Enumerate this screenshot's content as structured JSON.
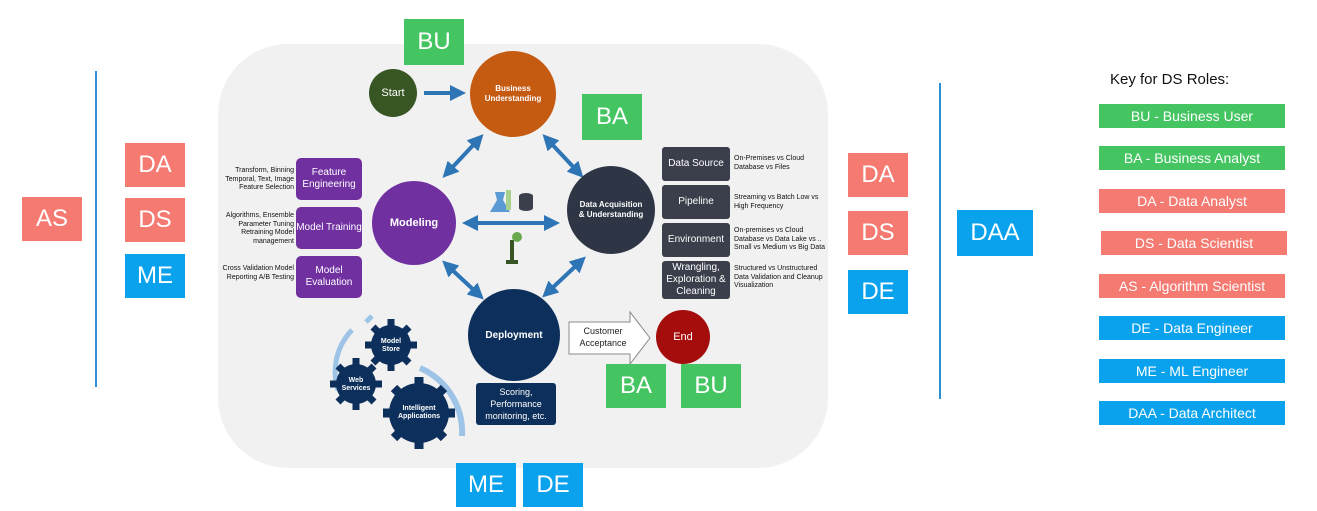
{
  "colors": {
    "green": "#45c462",
    "red": "#f47a72",
    "blue": "#0aa2ec",
    "purple": "#7030a0",
    "orange": "#c55a11",
    "navy": "#0d2f5b",
    "dark": "#2e3545",
    "start": "#375623",
    "end": "#a50d0d",
    "arrow": "#2e75b6"
  },
  "process": {
    "start": "Start",
    "business_understanding": "Business Understanding",
    "modeling": "Modeling",
    "data_acquisition": "Data Acquisition & Understanding",
    "deployment": "Deployment",
    "end": "End",
    "customer_acceptance": "Customer Acceptance",
    "scoring": "Scoring, Performance monitoring, etc."
  },
  "modeling_steps": [
    {
      "label": "Feature Engineering",
      "detail": "Transform, Binning Temporal, Text, Image Feature Selection"
    },
    {
      "label": "Model Training",
      "detail": "Algorithms, Ensemble Parameter Tuning Retraining Model management"
    },
    {
      "label": "Model Evaluation",
      "detail": "Cross Validation Model Reporting A/B Testing"
    }
  ],
  "data_steps": [
    {
      "label": "Data Source",
      "detail": "On-Premises vs Cloud Database vs Files"
    },
    {
      "label": "Pipeline",
      "detail": "Streaming vs Batch Low vs High Frequency"
    },
    {
      "label": "Environment",
      "detail": "On-premises vs Cloud Database vs Data Lake vs .. Small vs Medium vs Big Data"
    },
    {
      "label": "Wrangling, Exploration & Cleaning",
      "detail": "Structured vs Unstructured Data Validation and Cleanup Visualization"
    }
  ],
  "gears": [
    "Model Store",
    "Web Services",
    "Intelligent Applications"
  ],
  "role_tags": {
    "bu_top": "BU",
    "ba_top": "BA",
    "left_da": "DA",
    "left_ds": "DS",
    "left_me": "ME",
    "left_as": "AS",
    "right_da": "DA",
    "right_ds": "DS",
    "right_de": "DE",
    "right_daa": "DAA",
    "bottom_ba": "BA",
    "bottom_bu": "BU",
    "bottom_me": "ME",
    "bottom_de": "DE"
  },
  "key": {
    "title": "Key for DS Roles:",
    "items": [
      {
        "text": "BU - Business User",
        "color": "green"
      },
      {
        "text": "BA - Business Analyst",
        "color": "green"
      },
      {
        "text": "DA - Data Analyst",
        "color": "red"
      },
      {
        "text": "DS - Data Scientist",
        "color": "red"
      },
      {
        "text": "AS - Algorithm Scientist",
        "color": "red"
      },
      {
        "text": "DE - Data Engineer",
        "color": "blue"
      },
      {
        "text": "ME - ML Engineer",
        "color": "blue"
      },
      {
        "text": "DAA - Data Architect",
        "color": "blue"
      }
    ]
  }
}
